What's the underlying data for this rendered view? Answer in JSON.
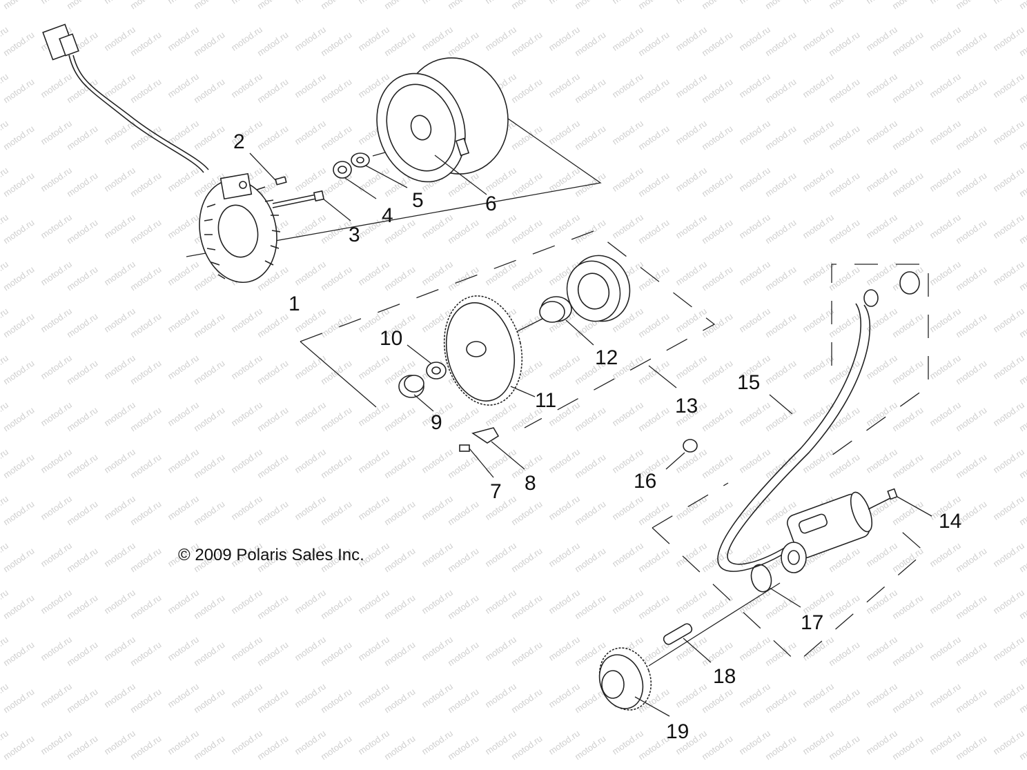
{
  "watermark": {
    "text": "motod.ru"
  },
  "copyright": "© 2009 Polaris Sales Inc.",
  "callouts": {
    "c1": "1",
    "c2": "2",
    "c3": "3",
    "c4": "4",
    "c5": "5",
    "c6": "6",
    "c7": "7",
    "c8": "8",
    "c9": "9",
    "c10": "10",
    "c11": "11",
    "c12": "12",
    "c13": "13",
    "c14": "14",
    "c15": "15",
    "c16": "16",
    "c17": "17",
    "c18": "18",
    "c19": "19"
  },
  "parts": [
    {
      "callout": "1",
      "icon": "stator-icon"
    },
    {
      "callout": "2",
      "icon": "screw-icon"
    },
    {
      "callout": "3",
      "icon": "bolt-icon"
    },
    {
      "callout": "4",
      "icon": "nut-icon"
    },
    {
      "callout": "5",
      "icon": "washer-icon"
    },
    {
      "callout": "6",
      "icon": "flywheel-icon"
    },
    {
      "callout": "7",
      "icon": "screw-icon"
    },
    {
      "callout": "8",
      "icon": "clip-icon"
    },
    {
      "callout": "9",
      "icon": "bushing-icon"
    },
    {
      "callout": "10",
      "icon": "washer-icon"
    },
    {
      "callout": "11",
      "icon": "ring-gear-icon"
    },
    {
      "callout": "12",
      "icon": "bearing-icon"
    },
    {
      "callout": "13",
      "icon": "starter-clutch-icon"
    },
    {
      "callout": "14",
      "icon": "bolt-icon"
    },
    {
      "callout": "15",
      "icon": "cable-icon"
    },
    {
      "callout": "16",
      "icon": "nut-icon"
    },
    {
      "callout": "17",
      "icon": "o-ring-icon"
    },
    {
      "callout": "18",
      "icon": "shaft-icon"
    },
    {
      "callout": "19",
      "icon": "drive-gear-icon"
    }
  ]
}
